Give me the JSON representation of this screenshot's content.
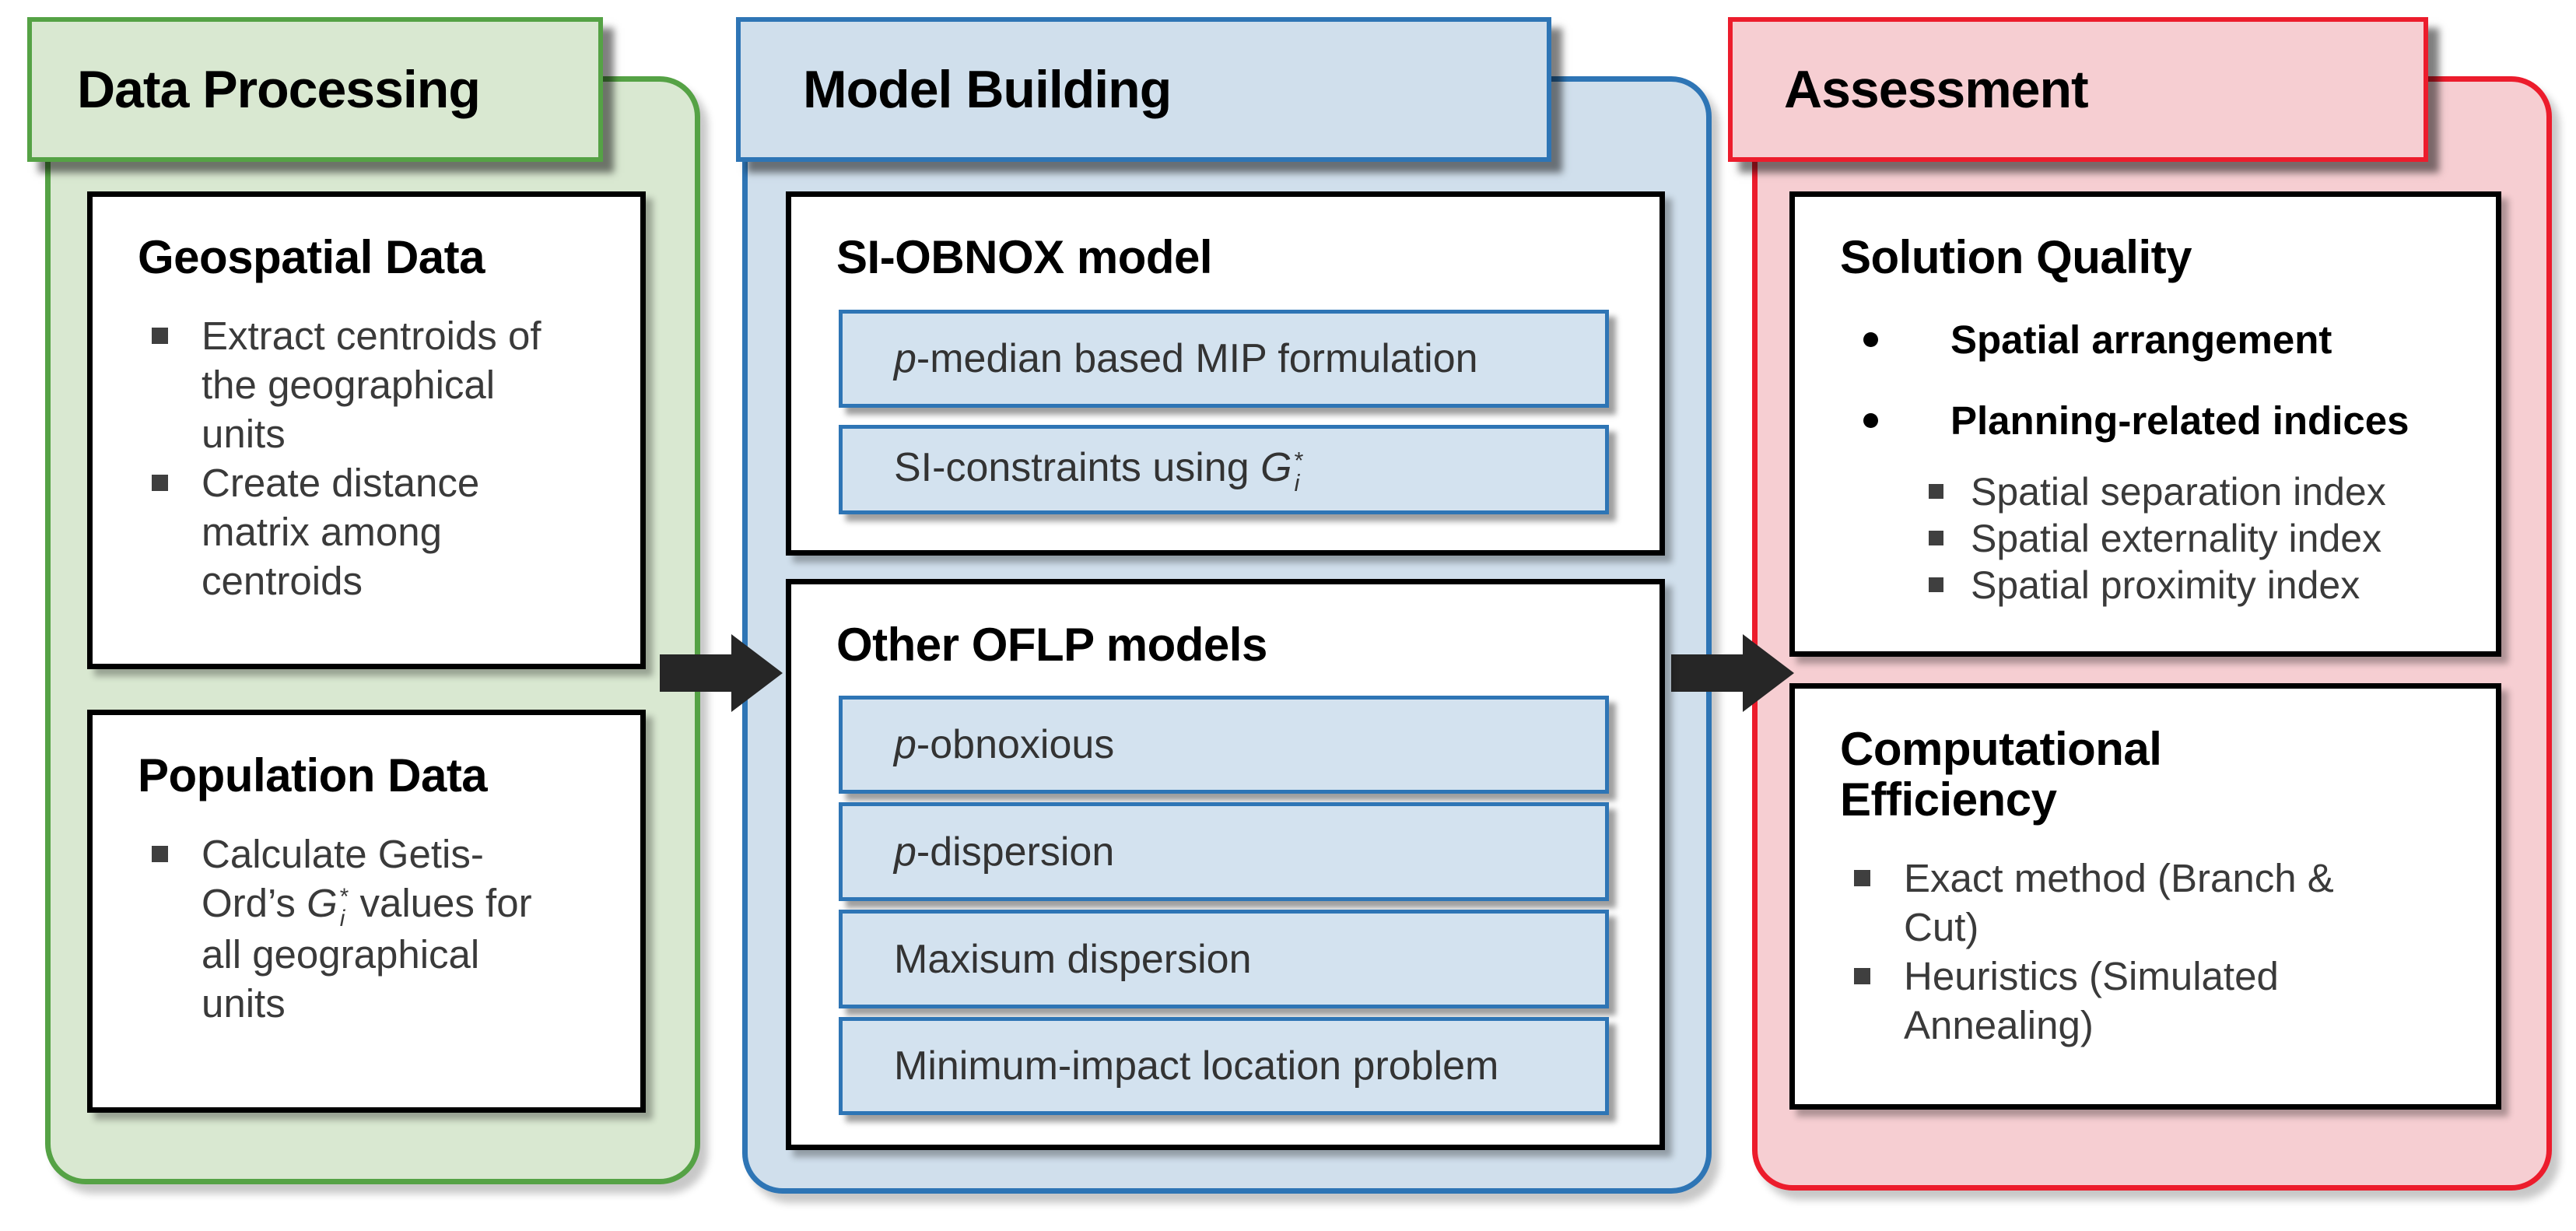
{
  "colors": {
    "green_fill": "#d9e8d1",
    "green_border": "#55a245",
    "blue_fill": "#d0dfec",
    "blue_border": "#2e75b5",
    "subbox_fill": "#d3e2ef",
    "subbox_border": "#2e75b5",
    "red_fill": "#f6ced2",
    "red_border": "#ec1c2c",
    "box_border": "#000000",
    "arrow": "#262626",
    "text": "#3a3a3a",
    "heading": "#000000"
  },
  "panels": {
    "data_processing": {
      "title": "Data Processing",
      "geospatial": {
        "title": "Geospatial Data",
        "bullets": [
          "Extract centroids of\nthe geographical\nunits",
          "Create distance\nmatrix among\ncentroids"
        ]
      },
      "population": {
        "title": "Population Data",
        "bullets_rich": [
          [
            {
              "text": "Calculate Getis-\nOrd’s "
            },
            {
              "text": "G",
              "italic": true,
              "stack": {
                "sup": "*",
                "sub": "i"
              }
            },
            {
              "text": " values for\nall geographical\nunits"
            }
          ]
        ]
      }
    },
    "model_building": {
      "title": "Model Building",
      "si_obnox": {
        "title": "SI-OBNOX model",
        "items": [
          [
            {
              "text": "p",
              "italic": true
            },
            {
              "text": "-median based MIP formulation"
            }
          ],
          [
            {
              "text": "SI-constraints using "
            },
            {
              "text": "G",
              "italic": true,
              "stack": {
                "sup": "*",
                "sub": "i"
              }
            }
          ]
        ]
      },
      "other_oflp": {
        "title": "Other OFLP models",
        "items": [
          [
            {
              "text": "p",
              "italic": true
            },
            {
              "text": "-obnoxious"
            }
          ],
          [
            {
              "text": "p",
              "italic": true
            },
            {
              "text": "-dispersion"
            }
          ],
          [
            {
              "text": "Maxisum dispersion"
            }
          ],
          [
            {
              "text": "Minimum-impact location problem"
            }
          ]
        ]
      }
    },
    "assessment": {
      "title": "Assessment",
      "solution_quality": {
        "title": "Solution Quality",
        "items": [
          {
            "label": "Spatial arrangement"
          },
          {
            "label": "Planning-related indices",
            "subs": [
              "Spatial separation index",
              "Spatial externality index",
              "Spatial proximity index"
            ]
          }
        ]
      },
      "computational_efficiency": {
        "title": "Computational\nEfficiency",
        "bullets": [
          "Exact method (Branch &\nCut)",
          "Heuristics (Simulated\nAnnealing)"
        ]
      }
    }
  }
}
